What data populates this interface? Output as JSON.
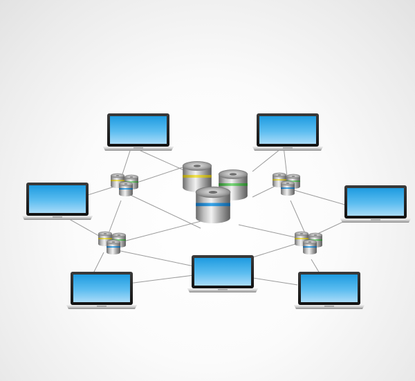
{
  "diagram": {
    "type": "network-topology",
    "nodes": {
      "laptops": [
        {
          "id": "laptop-top-left"
        },
        {
          "id": "laptop-top-right"
        },
        {
          "id": "laptop-mid-left"
        },
        {
          "id": "laptop-mid-right"
        },
        {
          "id": "laptop-bottom-left"
        },
        {
          "id": "laptop-bottom-center"
        },
        {
          "id": "laptop-bottom-right"
        }
      ],
      "server_clusters_small": [
        {
          "id": "server-cluster-upper-left"
        },
        {
          "id": "server-cluster-upper-right"
        },
        {
          "id": "server-cluster-lower-left"
        },
        {
          "id": "server-cluster-lower-right"
        }
      ],
      "central_database": {
        "id": "central-database-cluster",
        "stacks": 3
      }
    },
    "colors": {
      "screen_top": "#1e9be0",
      "screen_bottom": "#a9dbf8",
      "band_blue": "#1a86d0",
      "band_yellow": "#e8d21a",
      "band_green": "#49b849",
      "metal": "#9a9a9a",
      "connection": "#9a9a9a"
    }
  }
}
